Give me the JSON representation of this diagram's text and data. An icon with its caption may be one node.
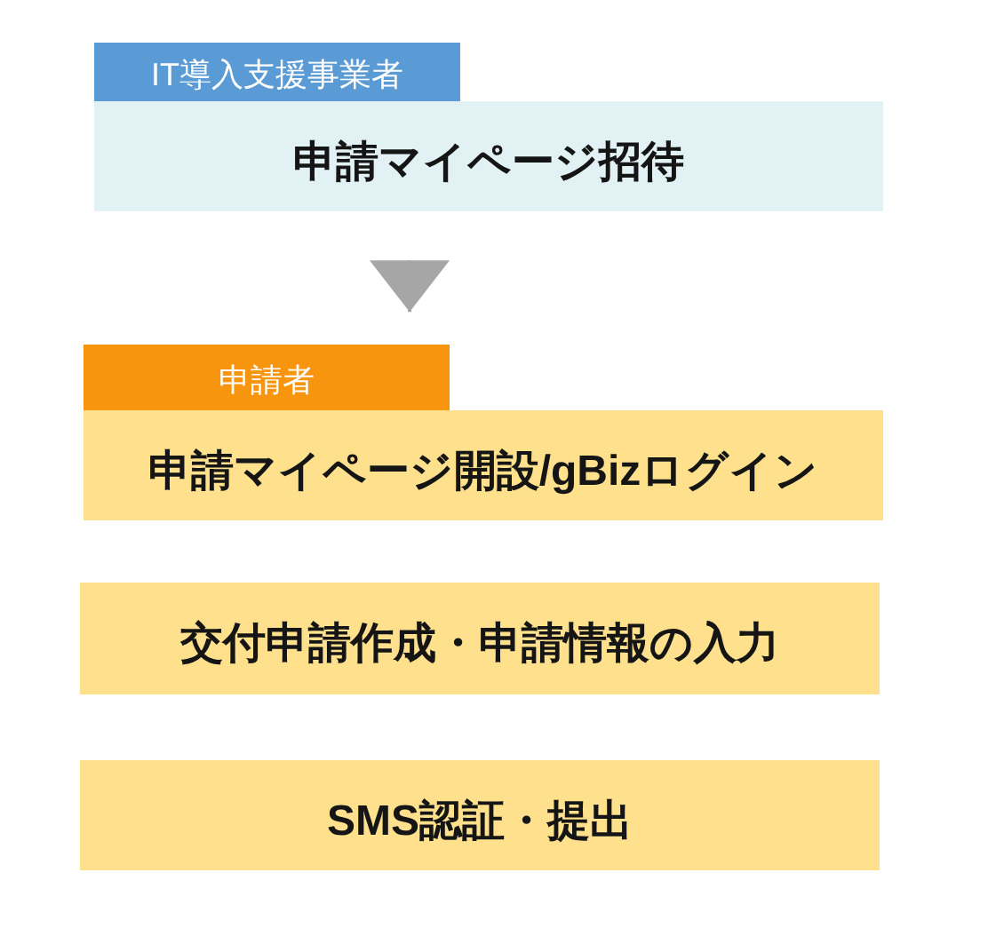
{
  "diagram": {
    "nodes": [
      {
        "text": [
          "IT導入支援事業者"
        ]
      },
      {
        "text": [
          "申請マイページ招待"
        ]
      },
      {
        "text": [
          "申請者"
        ]
      },
      {
        "text": [
          "申請マイページ開設/gBizログイン"
        ]
      },
      {
        "text": [
          "交付申請作成・申請情報の入力"
        ]
      },
      {
        "text": [
          "SMS認証・提出"
        ]
      }
    ],
    "edges": [
      {
        "from": 1,
        "to": 2,
        "arrow": "to"
      }
    ]
  }
}
